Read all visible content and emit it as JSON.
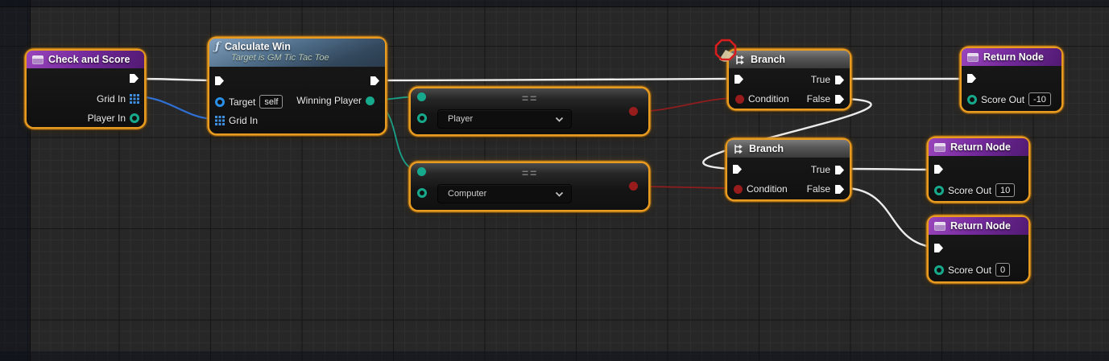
{
  "app": "Blueprint Graph Editor",
  "colors": {
    "selection_outline": "#e89b20",
    "exec_wire": "#ececec",
    "enum_pin": "#17a98c",
    "bool_pin": "#991c1c",
    "array_pin": "#3f8fe0",
    "object_pin": "#2a8fe8",
    "header_purple": "#762b9e",
    "header_blue": "#51708c",
    "header_gray": "#555555"
  },
  "nodes": {
    "check_and_score": {
      "title": "Check and Score",
      "pins": {
        "grid_in": "Grid In",
        "player_in": "Player In"
      }
    },
    "calculate_win": {
      "title": "Calculate Win",
      "subtitle": "Target is GM Tic Tac Toe",
      "fn_glyph": "ƒ",
      "pins": {
        "target": "Target",
        "target_value": "self",
        "grid_in": "Grid In",
        "winning_player": "Winning Player"
      }
    },
    "equal_player": {
      "op": "==",
      "selected_value": "Player"
    },
    "equal_computer": {
      "op": "==",
      "selected_value": "Computer"
    },
    "branch_top": {
      "title": "Branch",
      "pins": {
        "condition": "Condition",
        "true": "True",
        "false": "False"
      }
    },
    "branch_bottom": {
      "title": "Branch",
      "pins": {
        "condition": "Condition",
        "true": "True",
        "false": "False"
      }
    },
    "return_neg10": {
      "title": "Return Node",
      "pins": {
        "score_out": "Score Out"
      },
      "value": "-10"
    },
    "return_10": {
      "title": "Return Node",
      "pins": {
        "score_out": "Score Out"
      },
      "value": "10"
    },
    "return_0": {
      "title": "Return Node",
      "pins": {
        "score_out": "Score Out"
      },
      "value": "0"
    }
  },
  "connections": [
    {
      "from": "check_and_score.exec_out",
      "to": "calculate_win.exec_in",
      "type": "exec"
    },
    {
      "from": "check_and_score.grid_in",
      "to": "calculate_win.grid_in",
      "type": "array"
    },
    {
      "from": "calculate_win.exec_out",
      "to": "branch_top.exec_in",
      "type": "exec"
    },
    {
      "from": "calculate_win.winning_player",
      "to": "equal_player.a",
      "type": "enum"
    },
    {
      "from": "calculate_win.winning_player",
      "to": "equal_computer.a",
      "type": "enum"
    },
    {
      "from": "equal_player.result",
      "to": "branch_top.condition",
      "type": "bool"
    },
    {
      "from": "equal_computer.result",
      "to": "branch_bottom.condition",
      "type": "bool"
    },
    {
      "from": "branch_top.true",
      "to": "return_neg10.exec_in",
      "type": "exec"
    },
    {
      "from": "branch_top.false",
      "to": "branch_bottom.exec_in",
      "type": "exec"
    },
    {
      "from": "branch_bottom.true",
      "to": "return_10.exec_in",
      "type": "exec"
    },
    {
      "from": "branch_bottom.false",
      "to": "return_0.exec_in",
      "type": "exec"
    }
  ]
}
